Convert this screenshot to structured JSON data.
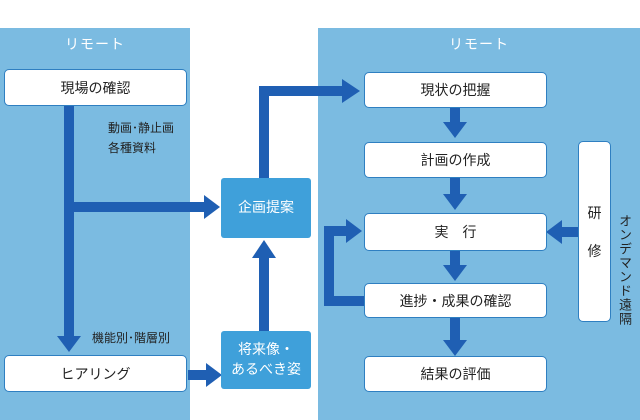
{
  "left_panel": {
    "title": "リモート"
  },
  "right_panel": {
    "title": "リモート"
  },
  "boxes": {
    "genba": "現場の確認",
    "hearing": "ヒアリング",
    "kikaku": "企画提案",
    "shorai_line1": "将来像・",
    "shorai_line2": "あるべき姿",
    "genjo": "現状の把握",
    "keikaku": "計画の作成",
    "jikko": "実　行",
    "shinchoku": "進捗・成果の確認",
    "kekka": "結果の評価"
  },
  "notes": {
    "douga_line1": "動画･静止画",
    "douga_line2": "各種資料",
    "kinou": "機能別･階層別"
  },
  "training": {
    "char1": "研",
    "char2": "修",
    "vertical_label": "オンデマンド遠隔"
  },
  "colors": {
    "panel": "#7bbbe1",
    "arrow": "#1f5fb3",
    "blue_box": "#3fa0da"
  }
}
